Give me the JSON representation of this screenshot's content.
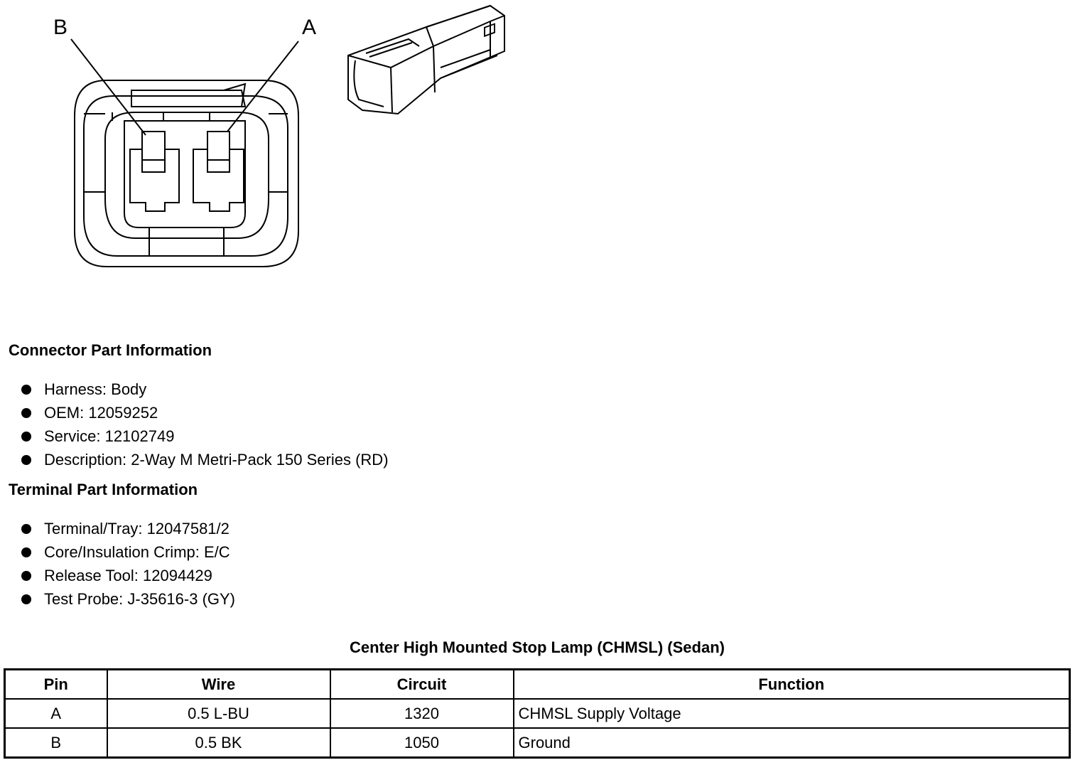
{
  "diagram": {
    "label_b": "B",
    "label_a": "A"
  },
  "connector_section": {
    "title": "Connector Part Information",
    "items": [
      "Harness: Body",
      "OEM: 12059252",
      "Service: 12102749",
      "Description: 2-Way M Metri-Pack 150 Series (RD)"
    ]
  },
  "terminal_section": {
    "title": "Terminal Part Information",
    "items": [
      "Terminal/Tray: 12047581/2",
      "Core/Insulation Crimp: E/C",
      "Release Tool: 12094429",
      "Test Probe: J-35616-3 (GY)"
    ]
  },
  "table": {
    "title": "Center High Mounted Stop Lamp (CHMSL) (Sedan)",
    "headers": [
      "Pin",
      "Wire",
      "Circuit",
      "Function"
    ],
    "rows": [
      [
        "A",
        "0.5 L-BU",
        "1320",
        "CHMSL Supply Voltage"
      ],
      [
        "B",
        "0.5 BK",
        "1050",
        "Ground"
      ]
    ]
  }
}
